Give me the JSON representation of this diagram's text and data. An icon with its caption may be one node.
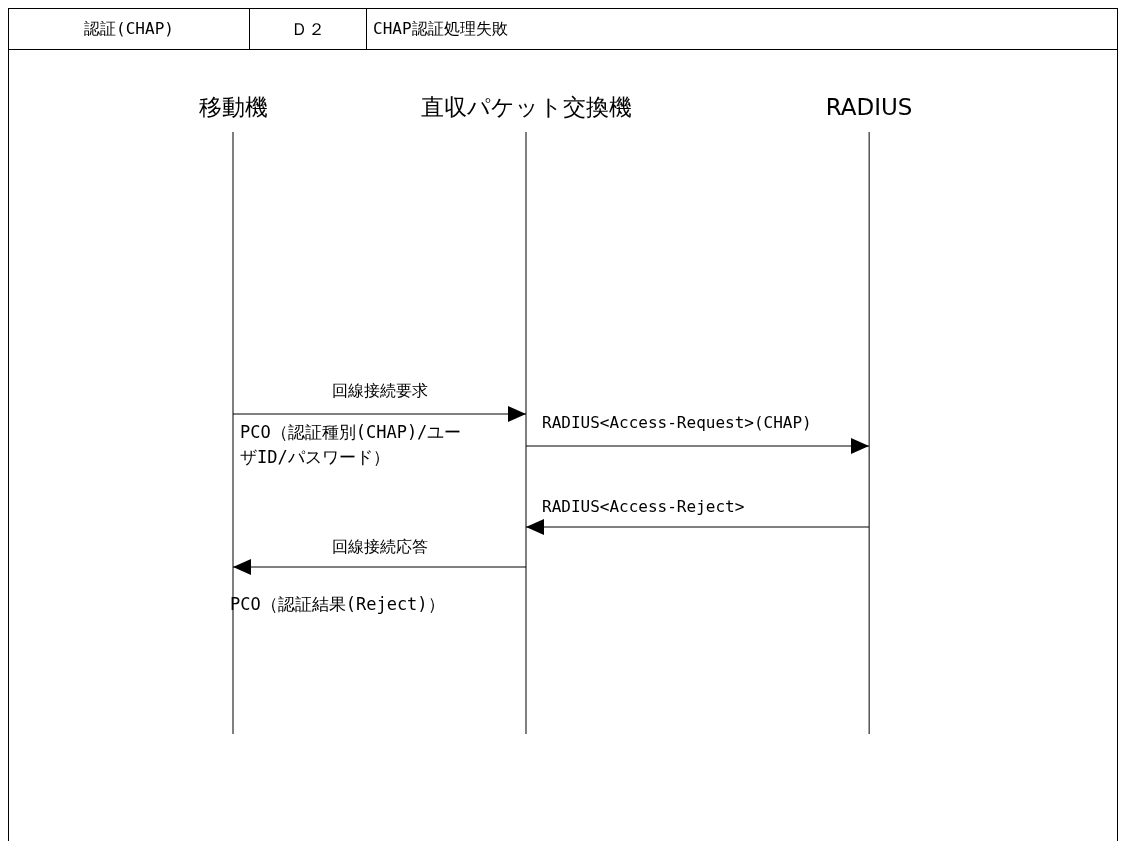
{
  "diagram": {
    "nodes": [
      {
        "text": [
          "移動機"
        ]
      },
      {
        "text": [
          "直収パケット交換機"
        ]
      },
      {
        "text": [
          "RADIUS"
        ]
      }
    ],
    "edges": [
      {
        "from": 0,
        "to": 1,
        "arrow": "to",
        "label": "回線接続要求"
      },
      {
        "from": 1,
        "to": 2,
        "arrow": "to",
        "label": "RADIUS<Access-Request>(CHAP)"
      },
      {
        "from": 2,
        "to": 1,
        "arrow": "to",
        "label": "RADIUS<Access-Reject>"
      },
      {
        "from": 1,
        "to": 0,
        "arrow": "to",
        "label": "回線接続応答"
      }
    ],
    "labels": [
      "認証(CHAP)",
      "Ｄ２",
      "CHAP認証処理失敗",
      "PCO（認証種別(CHAP)/ユーザID/パスワード）",
      "PCO（認証結果(Reject)）"
    ]
  }
}
